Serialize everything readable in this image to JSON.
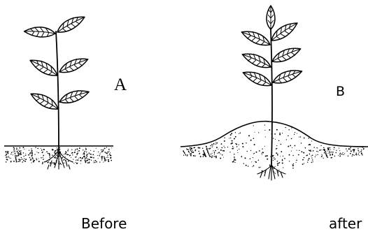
{
  "labels": {
    "plant_a": "A",
    "plant_b": "B"
  },
  "captions": {
    "before": "Before",
    "after": "after"
  }
}
